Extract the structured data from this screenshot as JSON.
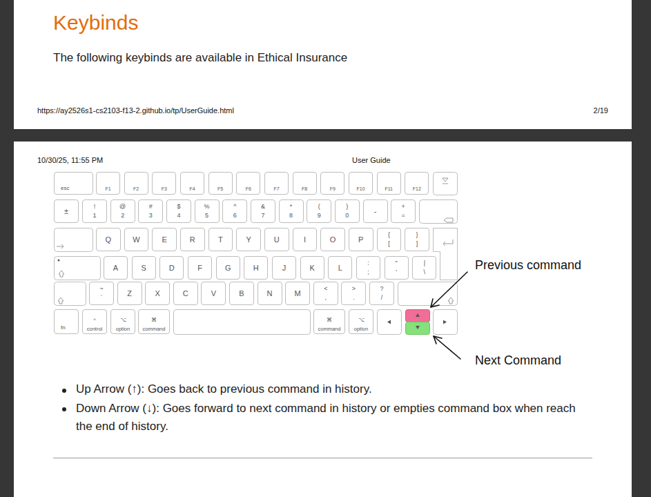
{
  "diagram": {
    "title": "Keybinds",
    "nodes": [
      {
        "text": [
          "esc"
        ]
      },
      {
        "text": [
          "F1"
        ]
      },
      {
        "text": [
          "F2"
        ]
      },
      {
        "text": [
          "F3"
        ]
      },
      {
        "text": [
          "F4"
        ]
      },
      {
        "text": [
          "F5"
        ]
      },
      {
        "text": [
          "F6"
        ]
      },
      {
        "text": [
          "F7"
        ]
      },
      {
        "text": [
          "F8"
        ]
      },
      {
        "text": [
          "F9"
        ]
      },
      {
        "text": [
          "F10"
        ]
      },
      {
        "text": [
          "F11"
        ]
      },
      {
        "text": [
          "F12"
        ]
      },
      {
        "text": [
          "±"
        ]
      },
      {
        "text": [
          "!",
          "1"
        ]
      },
      {
        "text": [
          "@",
          "2"
        ]
      },
      {
        "text": [
          "#",
          "3"
        ]
      },
      {
        "text": [
          "$",
          "4"
        ]
      },
      {
        "text": [
          "%",
          "5"
        ]
      },
      {
        "text": [
          "^",
          "6"
        ]
      },
      {
        "text": [
          "&",
          "7"
        ]
      },
      {
        "text": [
          "*",
          "8"
        ]
      },
      {
        "text": [
          "(",
          "9"
        ]
      },
      {
        "text": [
          ")",
          "0"
        ]
      },
      {
        "text": [
          "-"
        ]
      },
      {
        "text": [
          "+",
          "="
        ]
      },
      {
        "text": [
          "Q"
        ]
      },
      {
        "text": [
          "W"
        ]
      },
      {
        "text": [
          "E"
        ]
      },
      {
        "text": [
          "R"
        ]
      },
      {
        "text": [
          "T"
        ]
      },
      {
        "text": [
          "Y"
        ]
      },
      {
        "text": [
          "U"
        ]
      },
      {
        "text": [
          "I"
        ]
      },
      {
        "text": [
          "O"
        ]
      },
      {
        "text": [
          "P"
        ]
      },
      {
        "text": [
          "{",
          "["
        ]
      },
      {
        "text": [
          "}",
          "]"
        ]
      },
      {
        "text": [
          "A"
        ]
      },
      {
        "text": [
          "S"
        ]
      },
      {
        "text": [
          "D"
        ]
      },
      {
        "text": [
          "F"
        ]
      },
      {
        "text": [
          "G"
        ]
      },
      {
        "text": [
          "H"
        ]
      },
      {
        "text": [
          "J"
        ]
      },
      {
        "text": [
          "K"
        ]
      },
      {
        "text": [
          "L"
        ]
      },
      {
        "text": [
          ":",
          ";"
        ]
      },
      {
        "text": [
          "\"",
          "'"
        ]
      },
      {
        "text": [
          "|",
          "\\"
        ]
      },
      {
        "text": [
          "~",
          "`"
        ]
      },
      {
        "text": [
          "Z"
        ]
      },
      {
        "text": [
          "X"
        ]
      },
      {
        "text": [
          "C"
        ]
      },
      {
        "text": [
          "V"
        ]
      },
      {
        "text": [
          "B"
        ]
      },
      {
        "text": [
          "N"
        ]
      },
      {
        "text": [
          "M"
        ]
      },
      {
        "text": [
          "<",
          ","
        ]
      },
      {
        "text": [
          ">",
          "."
        ]
      },
      {
        "text": [
          "?",
          "/"
        ]
      },
      {
        "text": [
          "fn"
        ]
      },
      {
        "text": [
          "^",
          "control"
        ]
      },
      {
        "text": [
          "⌥",
          "option"
        ]
      },
      {
        "text": [
          "⌘",
          "command"
        ]
      },
      {
        "text": [
          "⌘",
          "command"
        ]
      },
      {
        "text": [
          "⌥",
          "option"
        ]
      }
    ],
    "labels": [
      "The following keybinds are available in Ethical Insurance",
      "https://ay2526s1-cs2103-f13-2.github.io/tp/UserGuide.html",
      "2/19",
      "10/30/25, 11:55 PM",
      "User Guide",
      "Previous command",
      "Next Command",
      "Up Arrow (↑): Goes back to previous command in history.",
      "Down Arrow (↓): Goes forward to next command in history or empties command box when reach the end of history."
    ]
  }
}
